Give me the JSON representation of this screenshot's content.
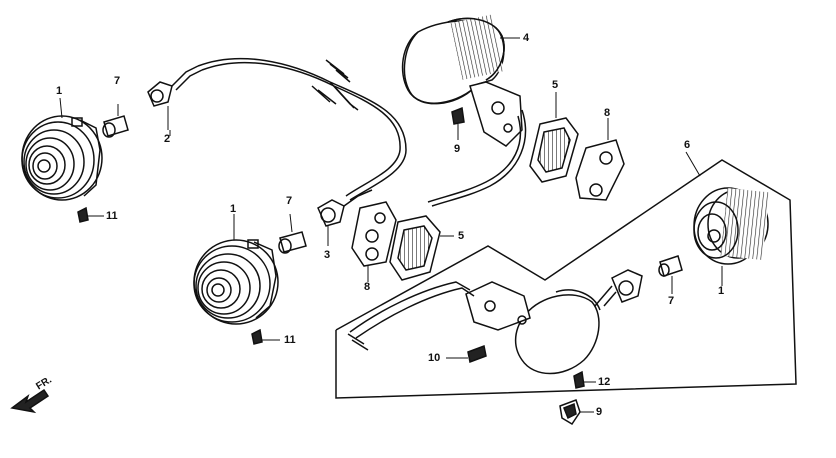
{
  "diagram": {
    "callouts": {
      "c1_left": "1",
      "c1_mid": "1",
      "c1_right": "1",
      "c2": "2",
      "c3": "3",
      "c4": "4",
      "c5_top": "5",
      "c5_mid": "5",
      "c6": "6",
      "c7_top": "7",
      "c7_mid": "7",
      "c7_right": "7",
      "c8_top": "8",
      "c8_mid": "8",
      "c9_top": "9",
      "c9_bottom": "9",
      "c10": "10",
      "c11_left": "11",
      "c11_mid": "11",
      "c12": "12"
    },
    "direction_label": "FR."
  }
}
